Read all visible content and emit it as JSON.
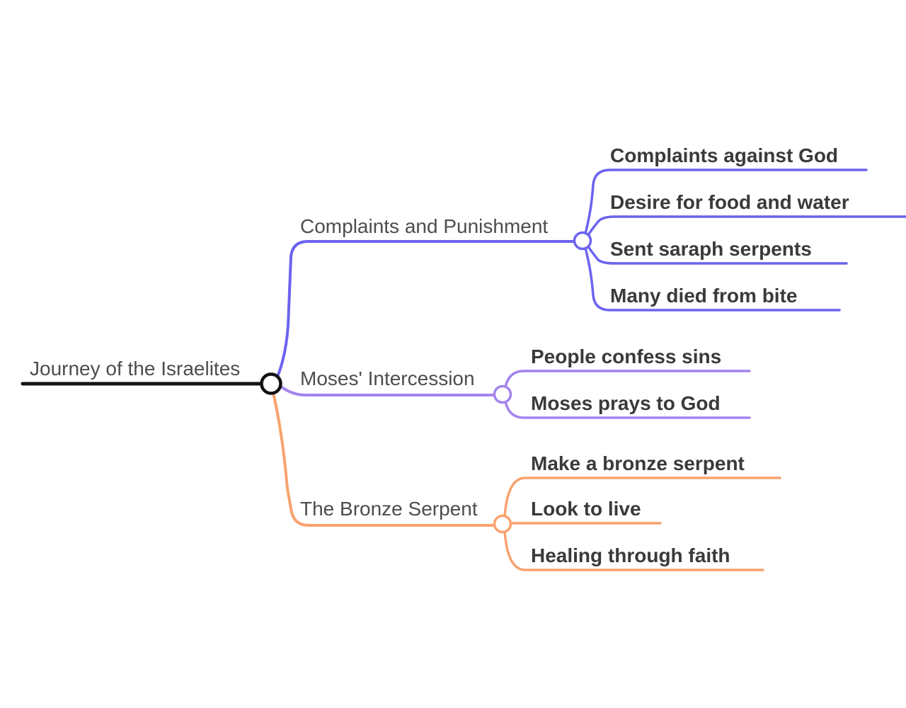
{
  "root": {
    "label": "Journey of the Israelites",
    "color": "#111111"
  },
  "branches": [
    {
      "label": "Complaints and Punishment",
      "color": "#6c63f0",
      "children": [
        {
          "label": "Complaints against God"
        },
        {
          "label": "Desire for food and water"
        },
        {
          "label": "Sent saraph serpents"
        },
        {
          "label": "Many died from bite"
        }
      ]
    },
    {
      "label": "Moses' Intercession",
      "color": "#a484ee",
      "children": [
        {
          "label": "People confess sins"
        },
        {
          "label": "Moses prays to God"
        }
      ]
    },
    {
      "label": "The Bronze Serpent",
      "color": "#f9a26e",
      "children": [
        {
          "label": "Make a bronze serpent"
        },
        {
          "label": "Look to live"
        },
        {
          "label": "Healing through faith"
        }
      ]
    }
  ]
}
